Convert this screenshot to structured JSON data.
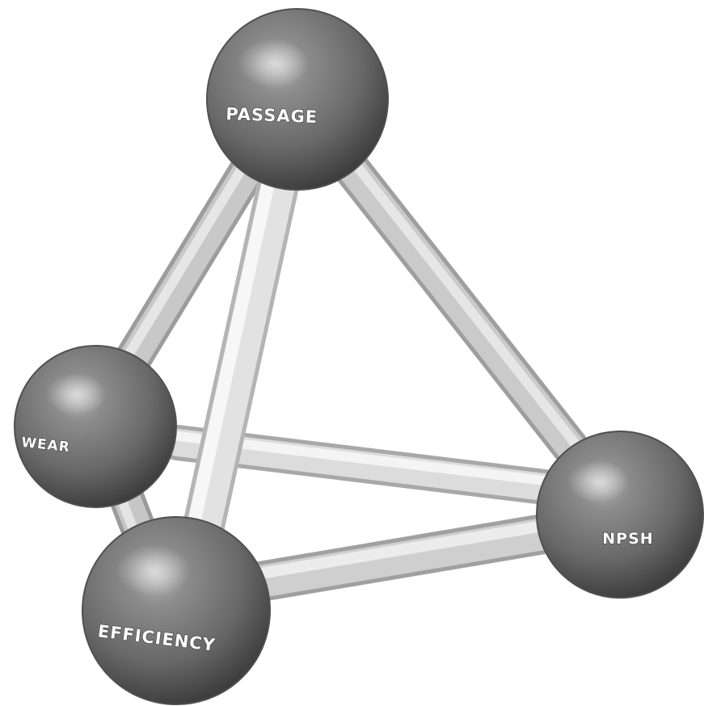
{
  "nodes": {
    "passage": {
      "label": "PASSAGE"
    },
    "wear": {
      "label": "WEAR"
    },
    "npsh": {
      "label": "NPSH"
    },
    "efficiency": {
      "label": "EFFICIENCY"
    }
  },
  "colors": {
    "sphere_highlight": "#a9a9a9",
    "sphere_mid": "#6e6e6e",
    "sphere_shadow": "#3c3c3c",
    "rod_light": "#f2f2f2",
    "rod_mid": "#d2d2d2",
    "rod_dark": "#a4a4a4",
    "background": "#ffffff"
  }
}
